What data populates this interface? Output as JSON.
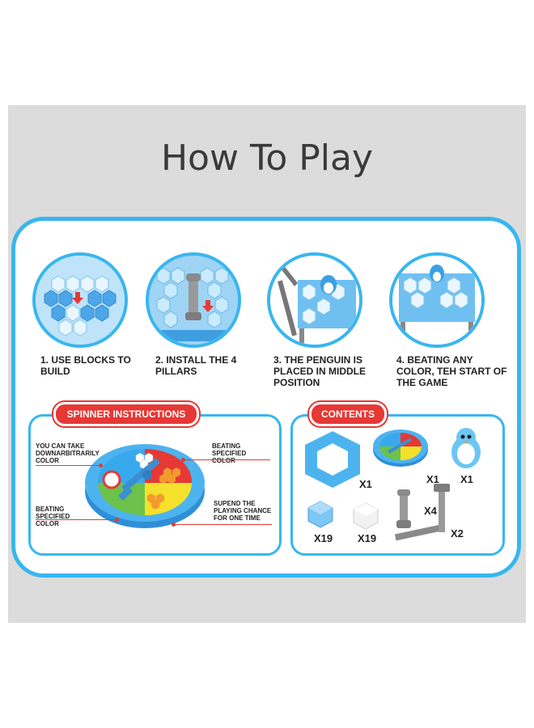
{
  "title": "How To Play",
  "steps": [
    {
      "label": "1. USE BLOCKS TO BUILD"
    },
    {
      "label": "2. INSTALL THE 4 PILLARS"
    },
    {
      "label": "3. THE PENGUIN IS PLACED IN MIDDLE POSITION"
    },
    {
      "label": "4. BEATING ANY COLOR, TEH START OF THE GAME"
    }
  ],
  "spinner": {
    "heading": "SPINNER INSTRUCTIONS",
    "notes": {
      "top_left": "YOU CAN TAKE DOWNARBITRARILY COLOR",
      "top_right": "BEATING SPECIFIED COLOR",
      "bottom_left": "BEATING SPECIFIED COLOR",
      "bottom_right": "SUPEND THE PLAYING CHANCE FOR ONE TIME"
    }
  },
  "contents": {
    "heading": "CONTENTS",
    "items": [
      {
        "name": "ice tray",
        "qty": "X1"
      },
      {
        "name": "spinner",
        "qty": "X1"
      },
      {
        "name": "penguin",
        "qty": "X1"
      },
      {
        "name": "blue ice block",
        "qty": "X19"
      },
      {
        "name": "white ice block",
        "qty": "X19"
      },
      {
        "name": "pillar",
        "qty": "X4"
      },
      {
        "name": "hammer",
        "qty": "X2"
      }
    ]
  },
  "colors": {
    "frame": "#38b6ef",
    "accent_red": "#e63835",
    "background_panel": "#dcdcdc"
  }
}
